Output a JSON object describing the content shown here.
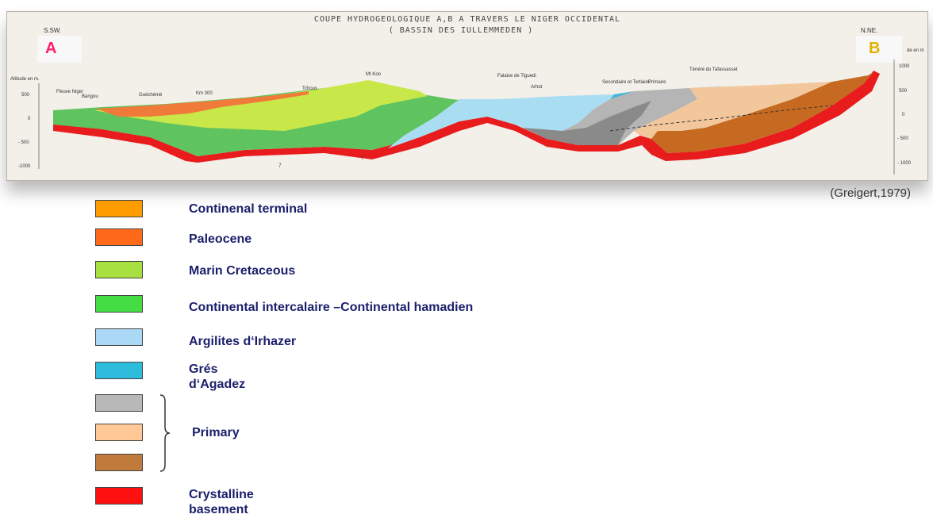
{
  "section": {
    "title_line1": "COUPE HYDROGEOLOGIQUE A,B A TRAVERS LE NIGER OCCIDENTAL",
    "title_line2": "( BASSIN DES IULLEMMEDEN )",
    "left_direction": "S.SW.",
    "right_direction": "N.NE.",
    "left_point": "A",
    "right_point": "B",
    "left_axis_label": "Altitude en m.",
    "right_axis_label": "de en m",
    "left_ticks": [
      "500",
      "0",
      "- 500",
      "-1000"
    ],
    "right_ticks": [
      "1000",
      "500",
      "0",
      "- 500",
      "- 1000"
    ],
    "place_names": {
      "fleuve_niger": "Fleuve Niger",
      "bangou": "Bangou",
      "guechene": "Guéchémé",
      "km300": "Km 300",
      "tchous": "Tchous",
      "mt_koo": "Mt Koo",
      "falaise": "Falaise de Tiguedi",
      "arhot": "Arhot",
      "secondaire": "Secondaire et Tertiaire",
      "primaire": "Primaire",
      "tenere": "Ténéré du Tafassasset"
    },
    "unknown_mark": "?"
  },
  "citation": "(Greigert,1979)",
  "legend": {
    "items": [
      {
        "label": "Continenal terminal",
        "color": "#ff9d00"
      },
      {
        "label": "Paleocene",
        "color": "#ff6a1a"
      },
      {
        "label": "Marin Cretaceous",
        "color": "#a8e040"
      },
      {
        "label": "Continental intercalaire –Continental hamadien",
        "color": "#44dd44"
      },
      {
        "label": "Argilites d‘Irhazer",
        "color": "#aad8f5"
      },
      {
        "label": "Grés d‘Agadez",
        "color": "#2ebcdc"
      },
      {
        "label": "",
        "color": "#b8b8b8"
      },
      {
        "label": "",
        "color": "#ffc896"
      },
      {
        "label": "",
        "color": "#c07a3c"
      },
      {
        "label": "Crystalline basement",
        "color": "#ff1010"
      }
    ],
    "primary_group_label": "Primary"
  },
  "colors": {
    "basement_red": "#e81c1c",
    "continental_green": "#5fc35f",
    "marine_yellowgreen": "#c8e84a",
    "paleocene_orange": "#f07a3a",
    "irhazer_blue": "#a9ddf2",
    "agadez_blue": "#3fb6dc",
    "primary_grey": "#b5b5b5",
    "primary_peach": "#f2c79c",
    "primary_brown": "#c66a22"
  }
}
